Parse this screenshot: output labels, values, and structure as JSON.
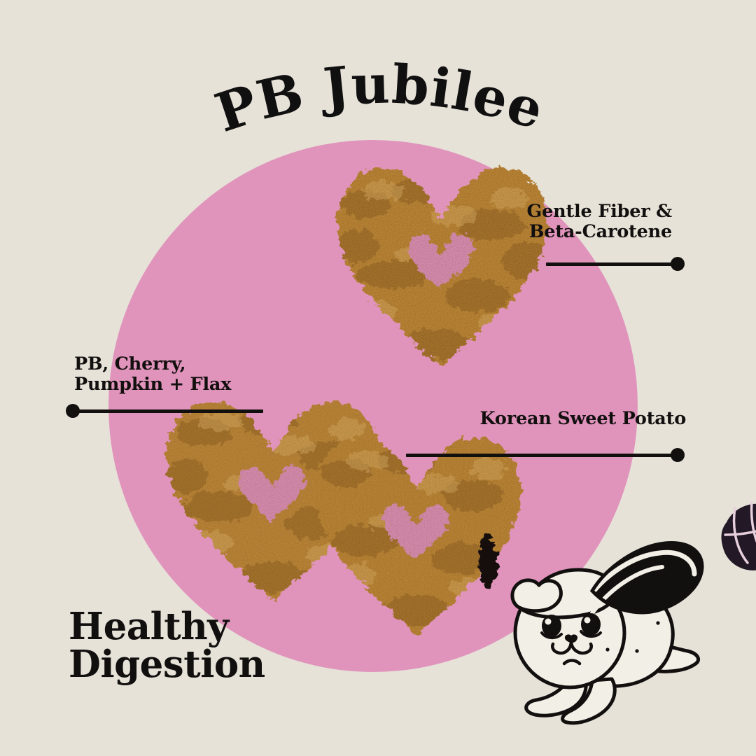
{
  "poster": {
    "title": "PB Jubilee",
    "headline": "Healthy\nDigestion",
    "background_color": "#e6e2d8",
    "circle_color": "#e094bb",
    "ink_color": "#120f0f",
    "treat_color": "#c8913f"
  },
  "callouts": [
    {
      "id": "gentle-fiber",
      "label": "Gentle Fiber &\nBeta-Carotene",
      "side": "right"
    },
    {
      "id": "pb-cherry",
      "label": "PB, Cherry,\nPumpkin + Flax",
      "side": "left"
    },
    {
      "id": "korean-sweet-potato",
      "label": "Korean Sweet Potato",
      "side": "right"
    }
  ],
  "treats": [
    {
      "id": "treat-top",
      "name": "heart-treat"
    },
    {
      "id": "treat-bottom-left",
      "name": "heart-treat"
    },
    {
      "id": "treat-bottom-right",
      "name": "heart-treat"
    }
  ],
  "mascot": {
    "name": "dog-mascot-illustration"
  },
  "ornament": {
    "name": "paw-ornament"
  }
}
